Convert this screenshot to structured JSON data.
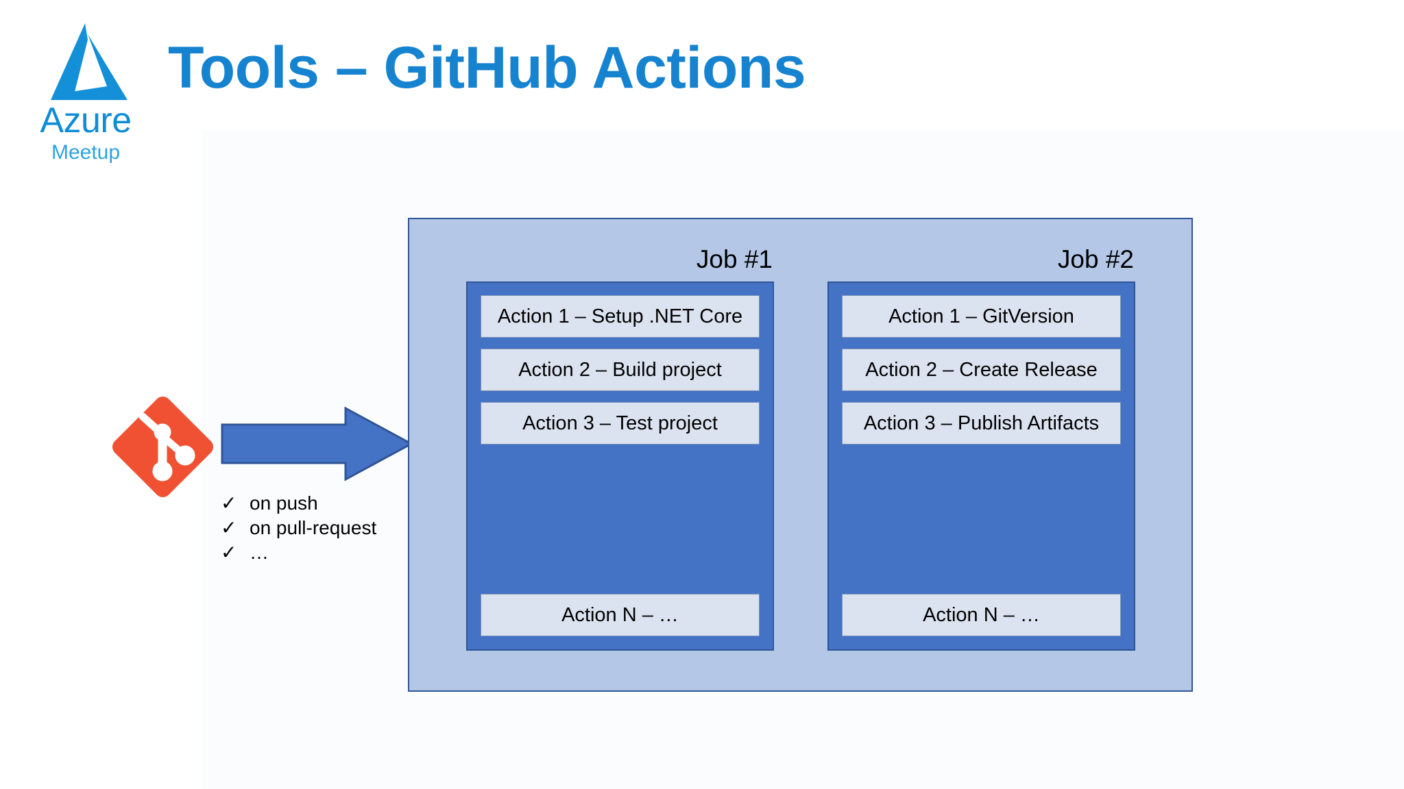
{
  "slide": {
    "title": "Tools – GitHub Actions",
    "brand": {
      "logo_icon": "azure-logo-icon",
      "wordmark": "Azure",
      "submark": "Meetup"
    }
  },
  "trigger": {
    "source_icon": "git-logo-icon",
    "arrow_icon": "right-block-arrow-icon",
    "check_glyph": "✓",
    "items": [
      "on push",
      "on pull-request",
      "…"
    ]
  },
  "workflow": {
    "jobs": [
      {
        "title": "Job #1",
        "actions": [
          "Action 1 – Setup .NET Core",
          "Action 2 – Build project",
          "Action 3 – Test project"
        ],
        "tail_action": "Action N – …"
      },
      {
        "title": "Job #2",
        "actions": [
          "Action 1 – GitVersion",
          "Action 2 – Create Release",
          "Action 3 – Publish Artifacts"
        ],
        "tail_action": "Action N – …"
      }
    ]
  },
  "colors": {
    "title_blue": "#1683d0",
    "azure_blue": "#0f8cd8",
    "container_fill": "#b4c7e7",
    "container_border": "#2f5597",
    "job_fill": "#4472c4",
    "action_fill": "#dce3f0",
    "git_orange": "#f05133",
    "arrow_fill": "#4472c4"
  }
}
